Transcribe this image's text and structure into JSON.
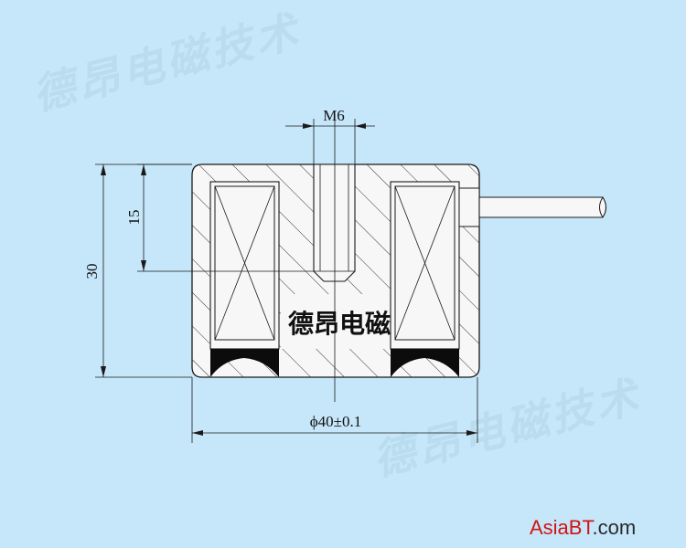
{
  "watermark": {
    "text_1": "德昂电磁技术",
    "text_2": "德昂电磁技术"
  },
  "drawing": {
    "thread_label": "M6",
    "depth_label": "15",
    "height_label": "30",
    "diameter_label": "ϕ40±0.1",
    "center_text": "德昂电磁"
  },
  "footer": {
    "site_part_1": "AsiaBT",
    "site_part_2": ".com"
  },
  "colors": {
    "background": "#c6e6fa",
    "body_fill": "#f7f7f7",
    "line": "#1a1a1a",
    "watermark": "#b9dcef",
    "site_red": "#d11414"
  }
}
